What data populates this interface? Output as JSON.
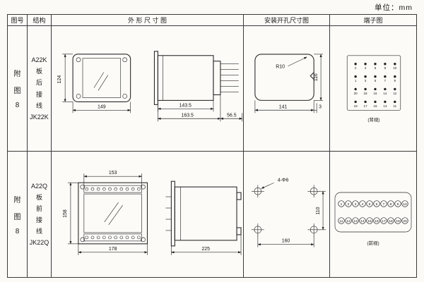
{
  "unit": "单位：mm",
  "header": {
    "fig_no": "图号",
    "structure": "结构",
    "outline": "外 形 尺 寸 图",
    "mounting": "安装开孔尺寸图",
    "terminal": "端子图"
  },
  "rows": [
    {
      "fig": [
        "附",
        "图",
        "8"
      ],
      "structure": {
        "top": "A22K",
        "chars": [
          "板",
          "后",
          "接",
          "线"
        ],
        "bottom": "JK22K"
      },
      "outline": {
        "height": "124",
        "width": "149",
        "depth_body": "143.5",
        "depth_total": "163.5",
        "terminal_depth": "56.5"
      },
      "mounting": {
        "radius": "R10",
        "height": "116",
        "width": "141",
        "offset": "3"
      },
      "terminal": {
        "caption": "(背视)",
        "numbers": [
          [
            "2",
            "4",
            "6",
            "8",
            "10"
          ],
          [
            "1",
            "3",
            "5",
            "7",
            "9"
          ],
          [
            "20",
            "18",
            "16",
            "14",
            "12"
          ],
          [
            "19",
            "17",
            "15",
            "13",
            "11"
          ]
        ]
      }
    },
    {
      "fig": [
        "附",
        "图",
        "8"
      ],
      "structure": {
        "top": "A22Q",
        "chars": [
          "板",
          "前",
          "接",
          "线"
        ],
        "bottom": "JK22Q"
      },
      "outline": {
        "top_width": "153",
        "height": "158",
        "width": "178",
        "depth": "225"
      },
      "mounting": {
        "holes": "4-Φ6",
        "height": "110",
        "width": "160"
      },
      "terminal": {
        "caption": "(前视)",
        "top": [
          "1",
          "2",
          "3",
          "4",
          "5",
          "6",
          "7",
          "8",
          "9",
          "10"
        ],
        "bottom": [
          "11",
          "12",
          "13",
          "14",
          "15",
          "16",
          "17",
          "18",
          "19",
          "20"
        ]
      }
    }
  ]
}
